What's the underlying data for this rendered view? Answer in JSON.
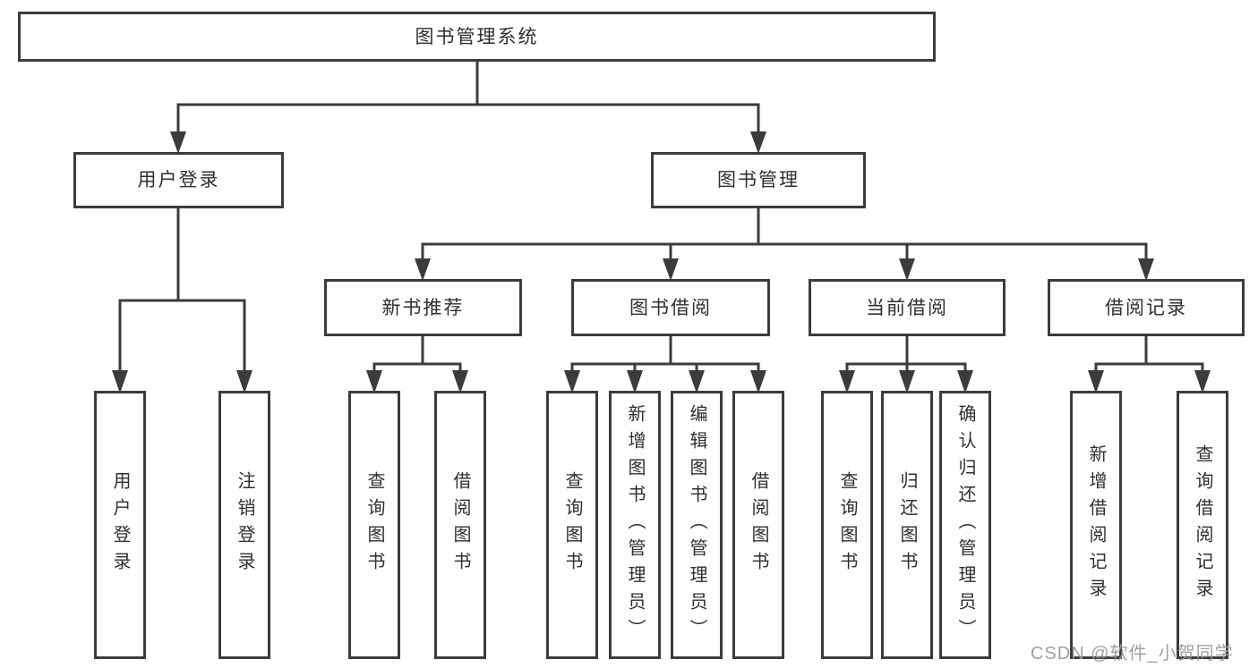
{
  "diagram": {
    "root": {
      "label": "图书管理系统"
    },
    "branches": [
      {
        "label": "用户登录",
        "children": [
          {
            "label": "用户登录"
          },
          {
            "label": "注销登录"
          }
        ]
      },
      {
        "label": "图书管理",
        "groups": [
          {
            "label": "新书推荐",
            "children": [
              {
                "label": "查询图书"
              },
              {
                "label": "借阅图书"
              }
            ]
          },
          {
            "label": "图书借阅",
            "children": [
              {
                "label": "查询图书"
              },
              {
                "label": "新增图书（管理员）"
              },
              {
                "label": "编辑图书（管理员）"
              },
              {
                "label": "借阅图书"
              }
            ]
          },
          {
            "label": "当前借阅",
            "children": [
              {
                "label": "查询图书"
              },
              {
                "label": "归还图书"
              },
              {
                "label": "确认归还（管理员）"
              }
            ]
          },
          {
            "label": "借阅记录",
            "children": [
              {
                "label": "新增借阅记录"
              },
              {
                "label": "查询借阅记录"
              }
            ]
          }
        ]
      }
    ]
  },
  "watermark": {
    "text": "CSDN @软件_小贺同学"
  },
  "colors": {
    "line": "#3c3c3c",
    "box_border": "#3c3c3c",
    "text": "#2f2f2f",
    "background": "#ffffff",
    "watermark": "#999999"
  }
}
